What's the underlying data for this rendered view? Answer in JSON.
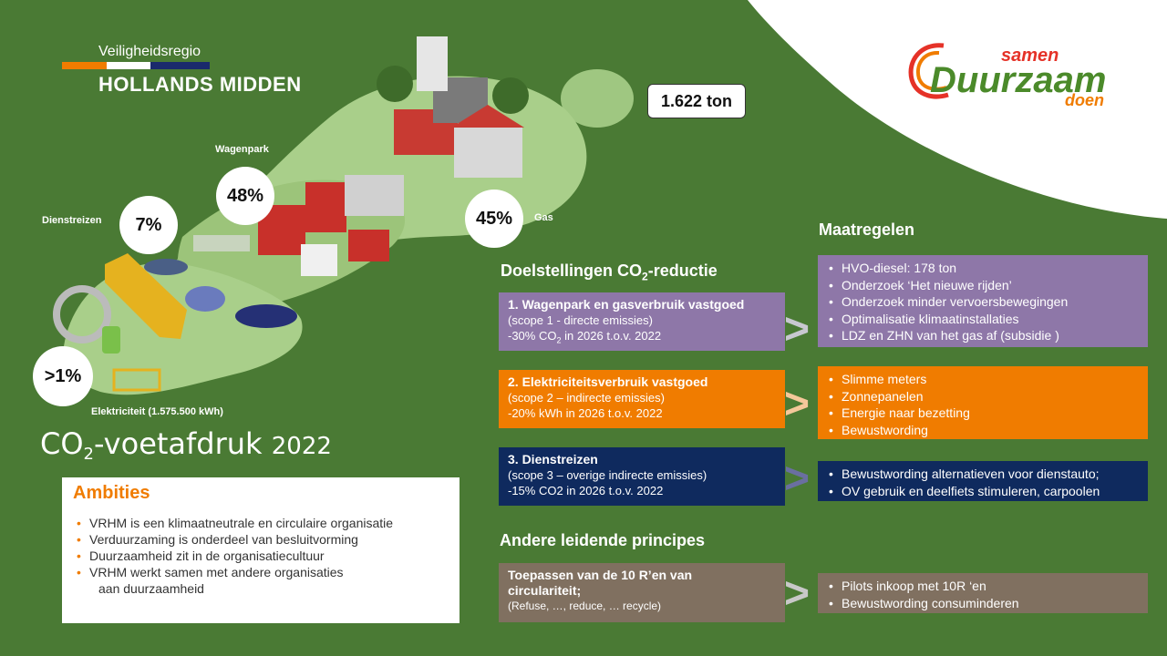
{
  "colors": {
    "background": "#4a7a34",
    "goal1": "#8e77a8",
    "goal2": "#f07c00",
    "goal3": "#0f2a5e",
    "principle": "#807060",
    "measures1": "#8e77a8",
    "measures2": "#f07c00",
    "measures3": "#0f2a5e",
    "measures4": "#807060",
    "accent_orange": "#f07c00"
  },
  "logo_vr": {
    "top_line": "Veiligheidsregio",
    "bottom_line": "HOLLANDS MIDDEN"
  },
  "logo_sd": {
    "samen": "samen",
    "duurzaam": "Duurzaam",
    "doen": "doen"
  },
  "footprint": {
    "total": "1.622 ton",
    "wagenpark": {
      "label": "Wagenpark",
      "pct": "48%"
    },
    "dienstreizen": {
      "label": "Dienstreizen",
      "pct": "7%"
    },
    "gas": {
      "label": "Gas",
      "pct": "45%"
    },
    "elektriciteit": {
      "label": "Elektriciteit (1.575.500 kWh)",
      "pct": ">1%"
    }
  },
  "title": {
    "main": "CO",
    "sub": "2",
    "rest": "-voetafdruk",
    "year": "2022"
  },
  "ambities": {
    "heading": "Ambities",
    "items": [
      "VRHM is een klimaatneutrale en circulaire organisatie",
      "Verduurzaming is onderdeel van besluitvorming",
      "Duurzaamheid zit in de organisatiecultuur",
      "VRHM werkt samen met andere organisaties",
      "aan duurzaamheid"
    ]
  },
  "doelstellingen": {
    "heading_pre": "Doelstellingen CO",
    "heading_sub": "2",
    "heading_post": "-reductie",
    "goals": [
      {
        "title": "1. Wagenpark en gasverbruik vastgoed",
        "scope": "(scope 1 - directe emissies)",
        "target_pre": "-30% CO",
        "target_sub": "2",
        "target_post": " in 2026 t.o.v. 2022"
      },
      {
        "title": "2. Elektriciteitsverbruik vastgoed",
        "scope": "(scope 2 – indirecte emissies)",
        "target_pre": "-20% kWh in 2026 t.o.v. 2022",
        "target_sub": "",
        "target_post": ""
      },
      {
        "title": "3. Dienstreizen",
        "scope": "(scope 3 – overige indirecte emissies)",
        "target_pre": "-15% CO2 in 2026 t.o.v. 2022",
        "target_sub": "",
        "target_post": ""
      }
    ]
  },
  "maatregelen": {
    "heading": "Maatregelen",
    "group1": [
      "HVO-diesel: 178 ton",
      "Onderzoek ‘Het nieuwe rijden’",
      "Onderzoek minder vervoersbewegingen",
      "Optimalisatie klimaatinstallaties",
      "LDZ en ZHN van het gas af (subsidie )"
    ],
    "group2": [
      "Slimme meters",
      "Zonnepanelen",
      "Energie naar bezetting",
      "Bewustwording"
    ],
    "group3": [
      "Bewustwording alternatieven voor dienstauto;",
      "OV gebruik en deelfiets stimuleren, carpoolen"
    ],
    "group4": [
      "Pilots inkoop met 10R ‘en",
      "Bewustwording consuminderen"
    ]
  },
  "principes": {
    "heading": "Andere leidende principes",
    "title_line1": "Toepassen van de 10 R’en van",
    "title_line2": "circulariteit;",
    "detail": "(Refuse, …, reduce, … recycle)"
  },
  "arrow_glyph": ">"
}
